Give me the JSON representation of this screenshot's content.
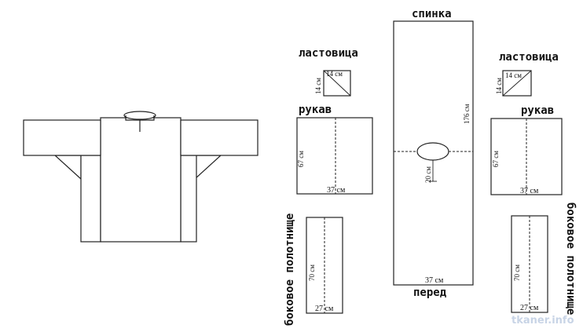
{
  "labels": {
    "back": "спинка",
    "front": "перед",
    "gusset_left": "ластовица",
    "gusset_right": "ластовица",
    "sleeve_left": "рукав",
    "sleeve_right": "рукав",
    "side_panel_left": "боковое полотнище",
    "side_panel_right": "боковое полотнище"
  },
  "dimensions": {
    "gusset_left_w": "14 см",
    "gusset_left_h": "14 см",
    "gusset_right_w": "14 см",
    "gusset_right_h": "14 см",
    "sleeve_left_h": "67 см",
    "sleeve_left_w": "37 см",
    "sleeve_right_h": "67 см",
    "sleeve_right_w": "37 см",
    "body_length": "176 см",
    "body_width": "37 см",
    "neck_slit": "20 см",
    "side_left_h": "70 см",
    "side_left_w": "27 см",
    "side_right_h": "70 см",
    "side_right_w": "27 см"
  },
  "watermark": "tkaner.info"
}
